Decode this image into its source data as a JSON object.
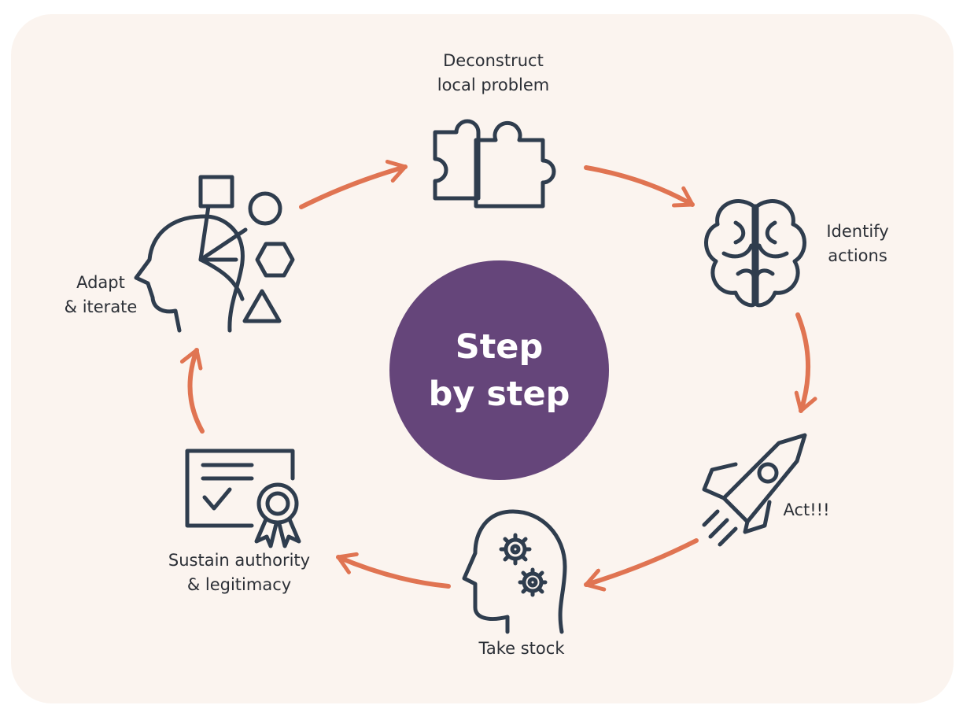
{
  "center": {
    "line1": "Step",
    "line2": "by step"
  },
  "steps": [
    {
      "label": "Deconstruct\nlocal problem",
      "icon": "puzzle-icon"
    },
    {
      "label": "Identify\nactions",
      "icon": "brain-icon"
    },
    {
      "label": "Act!!!",
      "icon": "rocket-icon"
    },
    {
      "label": "Take stock",
      "icon": "head-gears-icon"
    },
    {
      "label": "Sustain authority\n& legitimacy",
      "icon": "certificate-icon"
    },
    {
      "label": "Adapt\n& iterate",
      "icon": "head-shapes-icon"
    }
  ],
  "colors": {
    "background": "#fbf4ef",
    "hub": "#65457a",
    "arrow": "#e07452",
    "icon": "#2f3d4e"
  }
}
